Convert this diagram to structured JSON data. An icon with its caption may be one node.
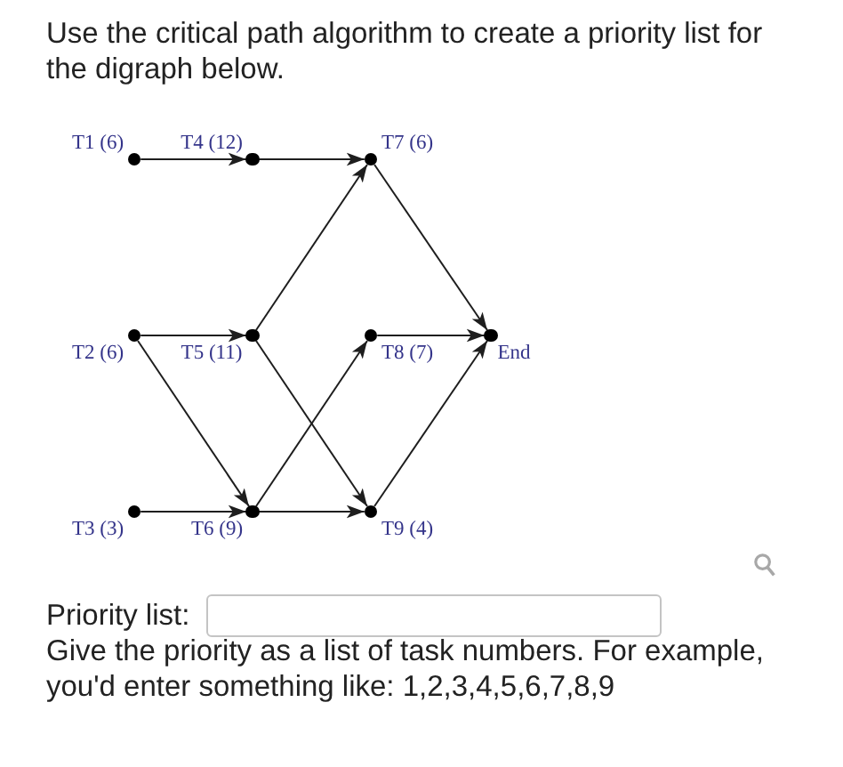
{
  "diagram": {
    "title": "Use the critical path algorithm to create a priority list for the digraph below.",
    "nodes": [
      {
        "text": [],
        "shape": "circle",
        "beside": [
          "T1 (6)"
        ]
      },
      {
        "text": [],
        "shape": "circle",
        "beside": [
          "T4 (12)"
        ]
      },
      {
        "text": [],
        "shape": "circle",
        "beside": [
          "T7 (6)"
        ]
      },
      {
        "text": [],
        "shape": "circle",
        "beside": [
          "T2 (6)"
        ]
      },
      {
        "text": [],
        "shape": "circle",
        "beside": [
          "T5 (11)"
        ]
      },
      {
        "text": [],
        "shape": "circle",
        "beside": [
          "T8 (7)"
        ]
      },
      {
        "text": [],
        "shape": "circle",
        "beside": [
          "End"
        ]
      },
      {
        "text": [],
        "shape": "circle",
        "beside": [
          "T3 (3)"
        ]
      },
      {
        "text": [],
        "shape": "circle",
        "beside": [
          "T6 (9)"
        ]
      },
      {
        "text": [],
        "shape": "circle",
        "beside": [
          "T9 (4)"
        ]
      }
    ],
    "edges": [
      {
        "from": 0,
        "to": 1,
        "arrow": "to"
      },
      {
        "from": 1,
        "to": 2,
        "arrow": "to"
      },
      {
        "from": 2,
        "to": 6,
        "arrow": "to"
      },
      {
        "from": 3,
        "to": 4,
        "arrow": "to"
      },
      {
        "from": 3,
        "to": 8,
        "arrow": "to"
      },
      {
        "from": 4,
        "to": 2,
        "arrow": "to"
      },
      {
        "from": 4,
        "to": 9,
        "arrow": "to"
      },
      {
        "from": 7,
        "to": 8,
        "arrow": "to"
      },
      {
        "from": 8,
        "to": 5,
        "arrow": "to"
      },
      {
        "from": 8,
        "to": 9,
        "arrow": "to"
      },
      {
        "from": 5,
        "to": 6,
        "arrow": "to"
      },
      {
        "from": 9,
        "to": 6,
        "arrow": "to"
      }
    ],
    "labels": [
      "Priority list:",
      "Give the priority as a list of task numbers. For example, you'd enter something like: 1,2,3,4,5,6,7,8,9"
    ]
  }
}
